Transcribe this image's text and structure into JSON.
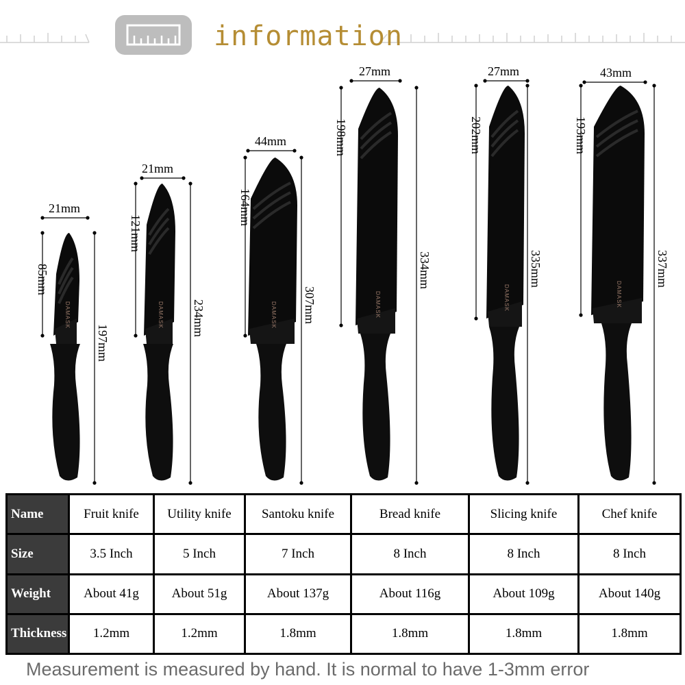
{
  "header": {
    "title": "information"
  },
  "knives": [
    {
      "width": "21mm",
      "sheath": "85mm",
      "total": "197mm"
    },
    {
      "width": "21mm",
      "sheath": "121mm",
      "total": "234mm"
    },
    {
      "width": "44mm",
      "sheath": "164mm",
      "total": "307mm"
    },
    {
      "width": "27mm",
      "sheath": "198mm",
      "total": "334mm"
    },
    {
      "width": "27mm",
      "sheath": "202mm",
      "total": "335mm"
    },
    {
      "width": "43mm",
      "sheath": "193mm",
      "total": "337mm"
    }
  ],
  "brand": "DAMASK",
  "table": {
    "rows": [
      {
        "label": "Name",
        "cells": [
          "Fruit knife",
          "Utility knife",
          "Santoku knife",
          "Bread knife",
          "Slicing knife",
          "Chef knife"
        ]
      },
      {
        "label": "Size",
        "cells": [
          "3.5 Inch",
          "5 Inch",
          "7 Inch",
          "8 Inch",
          "8 Inch",
          "8 Inch"
        ]
      },
      {
        "label": "Weight",
        "cells": [
          "About 41g",
          "About 51g",
          "About 137g",
          "About 116g",
          "About 109g",
          "About 140g"
        ]
      },
      {
        "label": "Thickness",
        "cells": [
          "1.2mm",
          "1.2mm",
          "1.8mm",
          "1.8mm",
          "1.8mm",
          "1.8mm"
        ]
      }
    ]
  },
  "footnote": "Measurement is measured by hand. It is normal to have 1-3mm error"
}
